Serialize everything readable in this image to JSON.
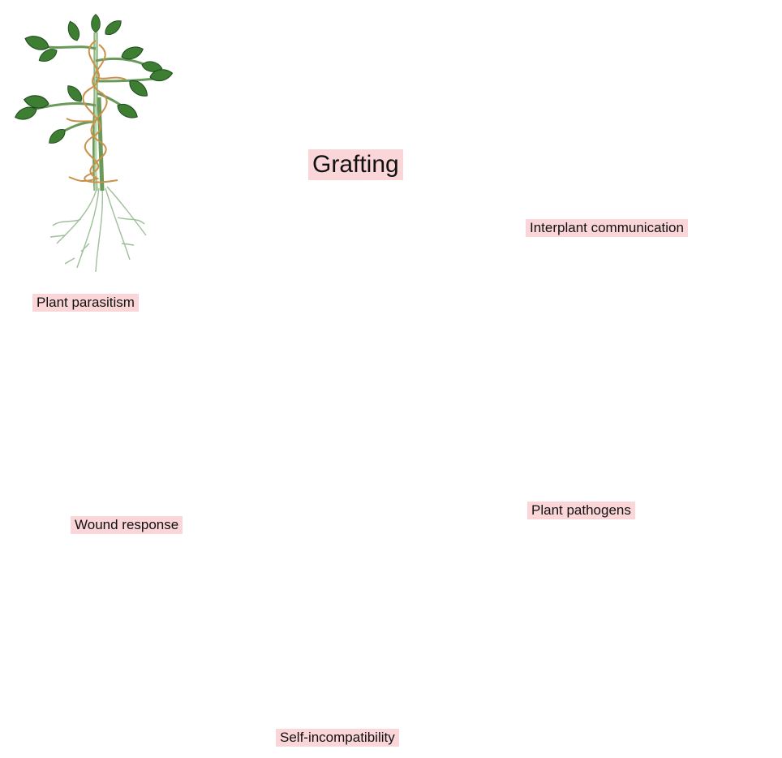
{
  "title": "Grafting",
  "labels": {
    "parasitism": "Plant parasitism",
    "communication": "Interplant communication",
    "wound": "Wound response",
    "pathogens": "Plant pathogens",
    "self_incompat": "Self-incompatibility"
  },
  "icons": [
    "parasitized-plant-icon",
    "grafted-plant-icon",
    "interplant-plants-icon",
    "chewed-leaf-icon",
    "bacterium-icon",
    "fungus-icon",
    "flower-icon"
  ],
  "colors": {
    "label_bg": "#fbd6d8",
    "leaf_green": "#5e9a3e",
    "vine_orange": "#c9924a",
    "arrow_teal": "#1aa3b0",
    "arrow_gold": "#c89a3a",
    "dot_blue": "#1e4f9e",
    "dot_orange": "#f0a020",
    "petal_yellow": "#f3d61b",
    "pathogen_red": "#b84c34",
    "bacterium_blue": "#7c9bd4",
    "root_beige": "#d9d0a8"
  }
}
